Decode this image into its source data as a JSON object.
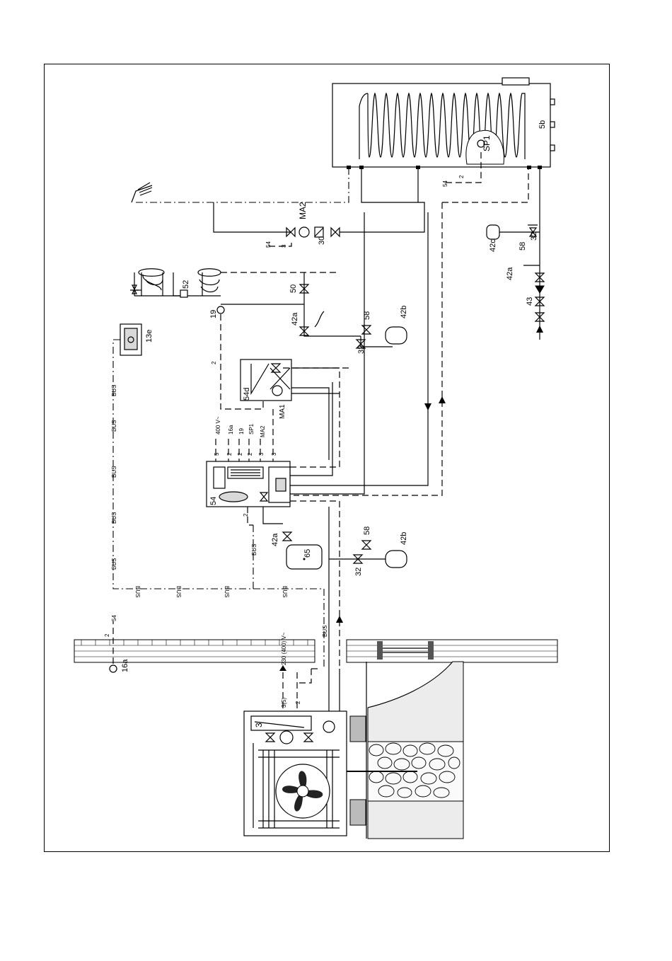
{
  "components": {
    "storage_tank": "5b",
    "sensor_sp1": "SP1",
    "mixer_ma2": "MA2",
    "pump_30": "30",
    "valve_42c": "42c",
    "valve_58_top": "58",
    "valve_32_top": "32",
    "valve_42a_top": "42a",
    "valve_43": "43",
    "sensor_52": "52",
    "valve_50": "50",
    "sensor_19": "19",
    "valve_42a_mid": "42a",
    "valve_58_mid": "58",
    "valve_32_mid": "32",
    "vessel_42b_mid": "42b",
    "room_unit": "13e",
    "module_54d": "54d",
    "mixer_ma1": "MA1",
    "control_54": "54",
    "buffer_65": "65",
    "valve_42a_low": "42a",
    "valve_58_low": "58",
    "valve_32_low": "32",
    "vessel_42b_low": "42b",
    "outdoor_sensor": "16a",
    "heat_pump": "3"
  },
  "cable_labels": {
    "c54_top": "54",
    "c2_top": "2",
    "c3_ma2": "3",
    "c54_ma2": "54",
    "c2_19": "2",
    "c5": "5",
    "v400": "400 V~",
    "c2a": "2",
    "c16a": "16a",
    "c2b": "2",
    "c19": "19",
    "c2c": "2",
    "sp1": "SP1",
    "c3a": "3",
    "ma2": "MA2",
    "c3b": "3",
    "c2_54": "2",
    "c2_oa": "2",
    "c54_oa": "54",
    "v230": "230 (400) V~",
    "c35": "3(5)",
    "c2_hp": "2"
  },
  "bus": [
    "BUS",
    "BUS",
    "BUS",
    "BUS",
    "BUS",
    "BUS",
    "BUS",
    "BUS",
    "BUS",
    "BUS",
    "BUS"
  ]
}
